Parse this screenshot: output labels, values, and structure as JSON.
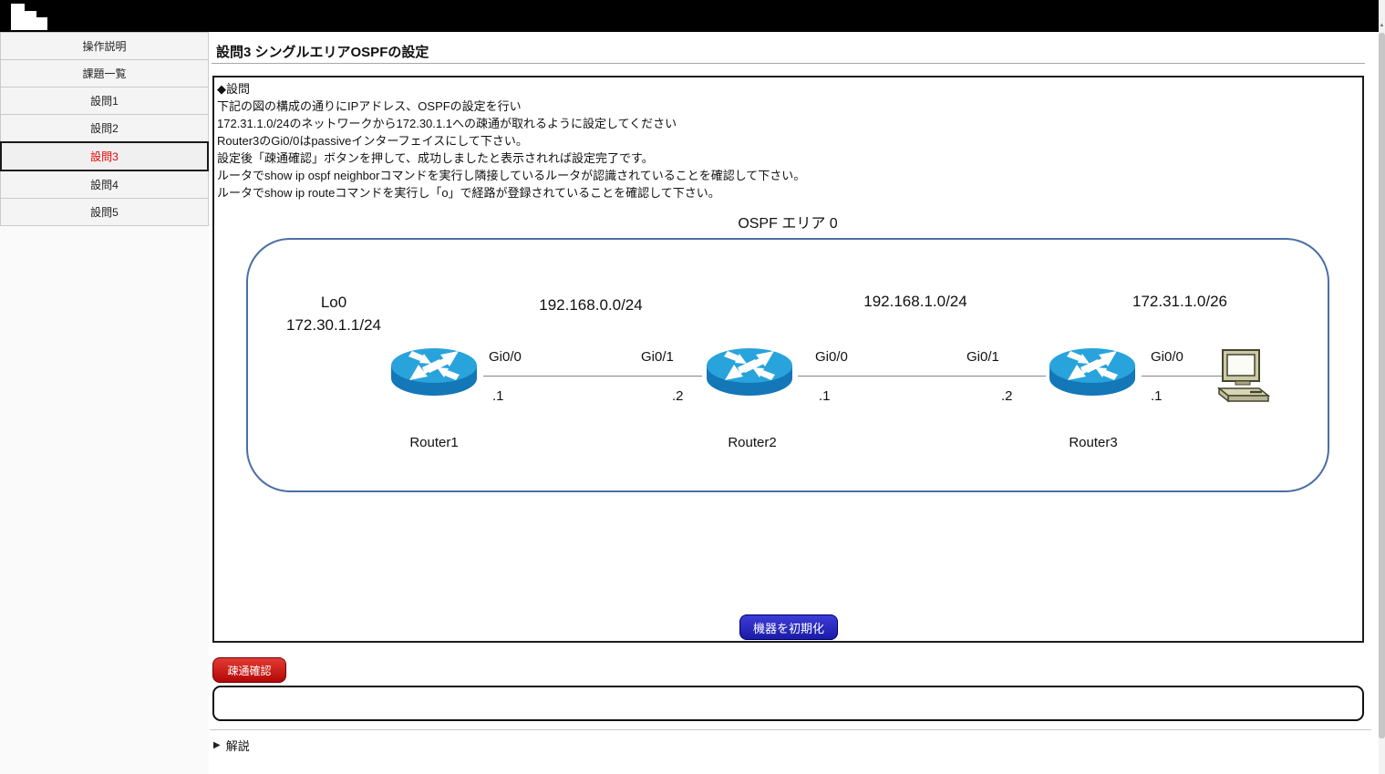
{
  "sidebar": {
    "items": [
      {
        "label": "操作説明",
        "selected": false
      },
      {
        "label": "課題一覧",
        "selected": false
      },
      {
        "label": "設問1",
        "selected": false
      },
      {
        "label": "設問2",
        "selected": false
      },
      {
        "label": "設問3",
        "selected": true
      },
      {
        "label": "設問4",
        "selected": false
      },
      {
        "label": "設問5",
        "selected": false
      }
    ]
  },
  "main": {
    "title": "設問3 シングルエリアOSPFの設定",
    "question": {
      "heading": "◆設問",
      "lines": [
        "下記の図の構成の通りにIPアドレス、OSPFの設定を行い",
        "172.31.1.0/24のネットワークから172.30.1.1への疎通が取れるように設定してください",
        "Router3のGi0/0はpassiveインターフェイスにして下さい。",
        "設定後「疎通確認」ボタンを押して、成功しましたと表示されれば設定完了です。",
        "ルータでshow ip ospf neighborコマンドを実行し隣接しているルータが認識されていることを確認して下さい。",
        "ルータでshow ip routeコマンドを実行し「o」で経路が登録されていることを確認して下さい。"
      ]
    },
    "diagram": {
      "area_title": "OSPF エリア 0",
      "loopback": {
        "name": "Lo0",
        "network": "172.30.1.1/24"
      },
      "networks": [
        "192.168.0.0/24",
        "192.168.1.0/24",
        "172.31.1.0/26"
      ],
      "interfaces": [
        {
          "name": "Gi0/0",
          "ip": ".1"
        },
        {
          "name": "Gi0/1",
          "ip": ".2"
        },
        {
          "name": "Gi0/0",
          "ip": ".1"
        },
        {
          "name": "Gi0/1",
          "ip": ".2"
        },
        {
          "name": "Gi0/0",
          "ip": ".1"
        }
      ],
      "routers": [
        "Router1",
        "Router2",
        "Router3"
      ],
      "init_button_label": "機器を初期化"
    },
    "check_button_label": "疎通確認",
    "result_text": "",
    "explanation_label": "解説"
  },
  "icons": {
    "logo": "stairs-logo",
    "router": "cisco-router",
    "pc": "desktop-pc",
    "triangle_marker": "▶",
    "scroll_up_glyph": "▲"
  },
  "colors": {
    "topbar_bg": "#000000",
    "selected_item_text": "#e60000",
    "ospf_area_border": "#4a6fa5",
    "router_top": "#29a3dc",
    "router_body": "#1377b8",
    "init_button_bg": "#2424bb",
    "check_button_bg": "#cf1414",
    "link_line": "#858585"
  }
}
